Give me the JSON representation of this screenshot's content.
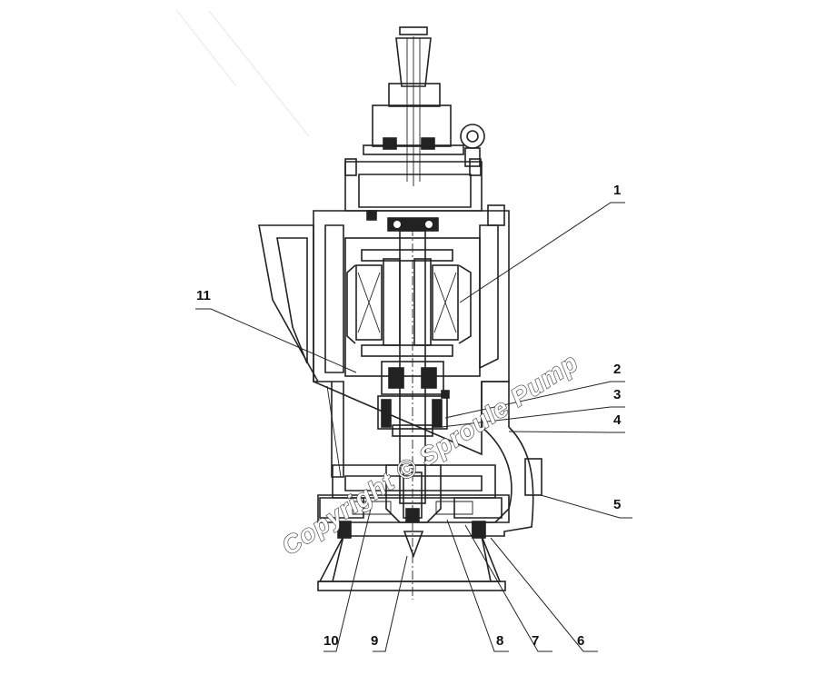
{
  "drawing": {
    "callouts": [
      {
        "id": "1",
        "label": "1"
      },
      {
        "id": "2",
        "label": "2"
      },
      {
        "id": "3",
        "label": "3"
      },
      {
        "id": "4",
        "label": "4"
      },
      {
        "id": "5",
        "label": "5"
      },
      {
        "id": "6",
        "label": "6"
      },
      {
        "id": "7",
        "label": "7"
      },
      {
        "id": "8",
        "label": "8"
      },
      {
        "id": "9",
        "label": "9"
      },
      {
        "id": "10",
        "label": "10"
      },
      {
        "id": "11",
        "label": "11"
      }
    ],
    "watermark": "Copyright © Sproule Pump"
  }
}
